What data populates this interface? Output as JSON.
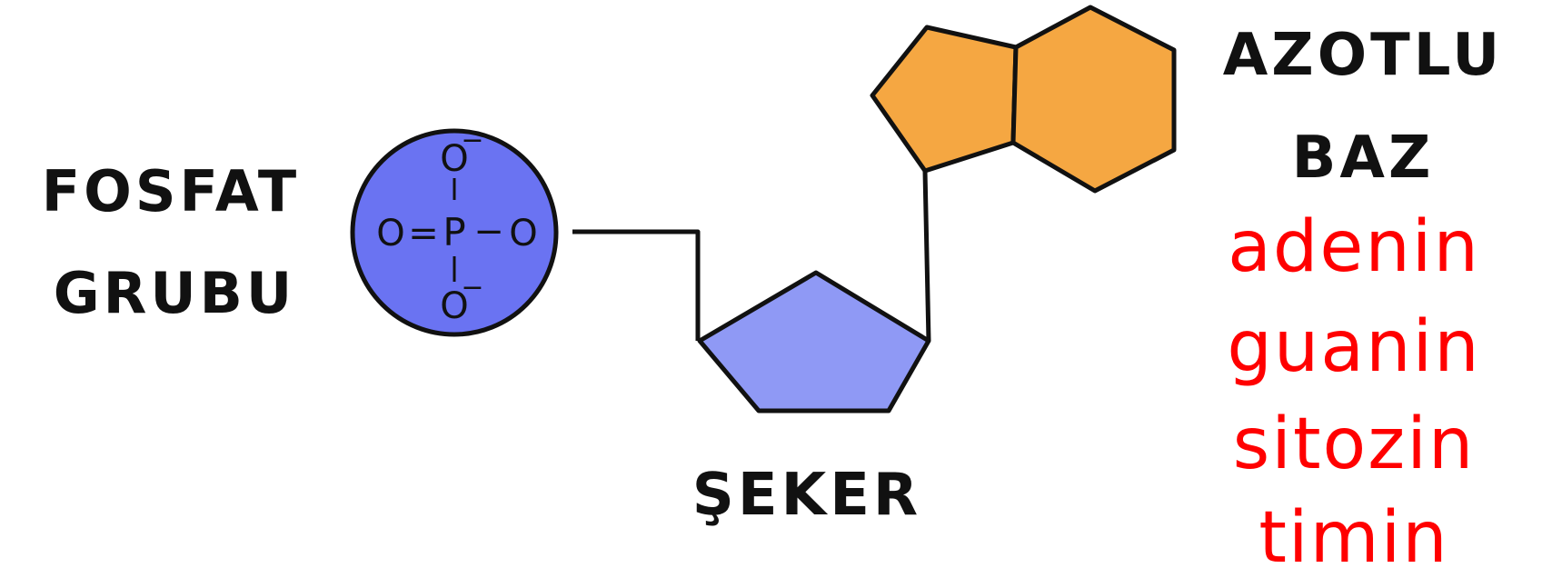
{
  "colors": {
    "phosphate_fill": "#6a73f2",
    "sugar_fill": "#8f99f5",
    "base_fill": "#f5a742",
    "outline": "#111111",
    "base_names_color": "#ff0000"
  },
  "phosphate": {
    "label_line1": "FOSFAT",
    "label_line2": "GRUBU",
    "formula": {
      "top_atom": "O",
      "top_charge": "−",
      "bottom_atom": "O",
      "bottom_charge": "−",
      "left_atom": "O",
      "double_bond": "=",
      "center_atom": "P",
      "single_bond": "−",
      "right_atom": "O"
    }
  },
  "sugar": {
    "label": "ŞEKER"
  },
  "base": {
    "label_line1": "AZOTLU",
    "label_line2": "BAZ",
    "names": [
      "adenin",
      "guanin",
      "sitozin",
      "timin"
    ]
  }
}
